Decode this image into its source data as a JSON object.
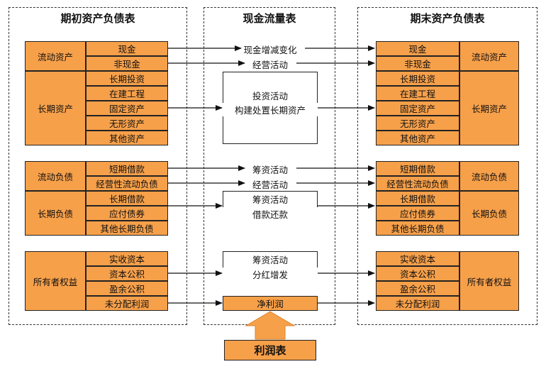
{
  "titles": {
    "opening": "期初资产负债表",
    "cashflow": "现金流量表",
    "closing": "期末资产负债表",
    "income": "利润表"
  },
  "groups": {
    "current_assets": "流动资产",
    "long_assets": "长期资产",
    "current_liab": "流动负债",
    "long_liab": "长期负债",
    "equity": "所有者权益"
  },
  "items": {
    "cash": "现金",
    "noncash": "非现金",
    "lt_invest": "长期投资",
    "construction": "在建工程",
    "fixed": "固定资产",
    "intangible": "无形资产",
    "other_assets": "其他资产",
    "st_borrow": "短期借款",
    "op_current_liab": "经营性流动负债",
    "lt_borrow": "长期借款",
    "bonds": "应付债券",
    "other_lt_liab": "其他长期负债",
    "paid_in": "实收资本",
    "cap_reserve": "资本公积",
    "surplus": "盈余公积",
    "retained": "未分配利润"
  },
  "flows": {
    "cash_change": "现金增减变化",
    "operating": "经营活动",
    "investing": "投资活动",
    "investing_sub": "构建处置长期资产",
    "financing1": "筹资活动",
    "operating2": "经营活动",
    "financing2": "筹资活动",
    "financing2_sub": "借款还款",
    "financing3": "筹资活动",
    "financing3_sub": "分红增发",
    "net_profit": "净利润"
  },
  "colors": {
    "orange": "#f7a04a",
    "border": "#222222"
  }
}
